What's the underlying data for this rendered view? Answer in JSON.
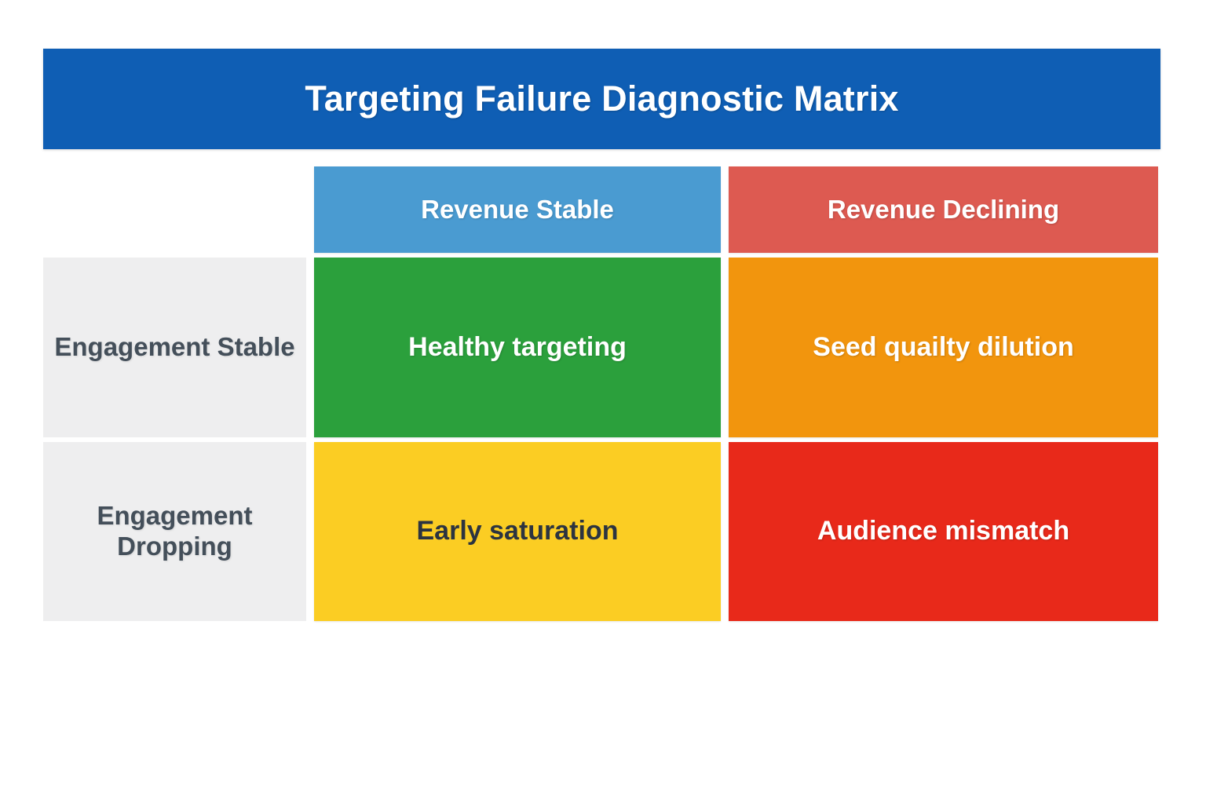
{
  "title": {
    "text": "Targeting Failure Diagnostic Matrix",
    "background_color": "#0f5eb4",
    "text_color": "#ffffff"
  },
  "matrix": {
    "corner_label": "",
    "column_headers": [
      {
        "label": "Revenue Stable",
        "background_color": "#4a9bd1",
        "text_color": "#ffffff"
      },
      {
        "label": "Revenue Declining",
        "background_color": "#dd5a51",
        "text_color": "#ffffff"
      }
    ],
    "row_headers": [
      {
        "label": "Engagement Stable",
        "background_color": "#eeeeef",
        "text_color": "#444f5a"
      },
      {
        "label": "Engagement Dropping",
        "background_color": "#eeeeef",
        "text_color": "#444f5a"
      }
    ],
    "cells": [
      [
        {
          "label": "Healthy targeting",
          "background_color": "#2ba03c",
          "text_color": "#ffffff"
        },
        {
          "label": "Seed quailty dilution",
          "background_color": "#f2950d",
          "text_color": "#ffffff"
        }
      ],
      [
        {
          "label": "Early saturation",
          "background_color": "#fbcd23",
          "text_color": "#2c3440"
        },
        {
          "label": "Audience mismatch",
          "background_color": "#e8291a",
          "text_color": "#ffffff"
        }
      ]
    ]
  }
}
